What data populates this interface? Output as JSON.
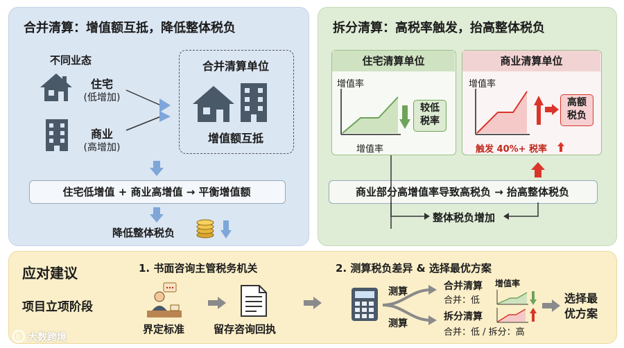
{
  "left": {
    "title": "合并清算：增值额互抵，降低整体税负",
    "business_label": "不同业态",
    "residential": {
      "name": "住宅",
      "note": "(低增加)"
    },
    "commercial": {
      "name": "商业",
      "note": "(高增加)"
    },
    "unit_title": "合并清算单位",
    "unit_caption": "增值额互抵",
    "result_box": "住宅低增值 + 商业高增值 → 平衡增值额",
    "outcome": "降低整体税负"
  },
  "right": {
    "title": "拆分清算：高税率触发，抬高整体税负",
    "res_unit": {
      "title": "住宅清算单位",
      "ylabel": "增值率",
      "xlabel": "增值率",
      "tag": "较低税率"
    },
    "com_unit": {
      "title": "商业清算单位",
      "ylabel": "增值率",
      "trigger": "触发 40%+ 税率",
      "tag": "高额税负"
    },
    "result_box": "商业部分高增值率导致高税负 → 抬高整体税负",
    "outcome": "整体税负增加"
  },
  "bottom": {
    "title": "应对建议",
    "stage": "项目立项阶段",
    "step1": {
      "title": "1. 书面咨询主管税务机关",
      "a": "界定标准",
      "b": "留存咨询回执"
    },
    "step2": {
      "title": "2. 测算税负差异 & 选择最优方案",
      "calc_a": "测算",
      "calc_b": "测算",
      "opt1_title": "合并清算",
      "opt1_note": "合并：低",
      "opt1_chart": "增值率",
      "opt2_title": "拆分清算",
      "opt2_note": "合并：低 / 拆分：高",
      "choose": "选择最优方案"
    }
  },
  "watermark": "大数跨境",
  "colors": {
    "blue_arrow": "#7ea6d8",
    "red": "#d9352a",
    "green_line": "#6ea35a",
    "green_fill": "#cfe3c0",
    "red_fill": "#f6c9c9"
  }
}
